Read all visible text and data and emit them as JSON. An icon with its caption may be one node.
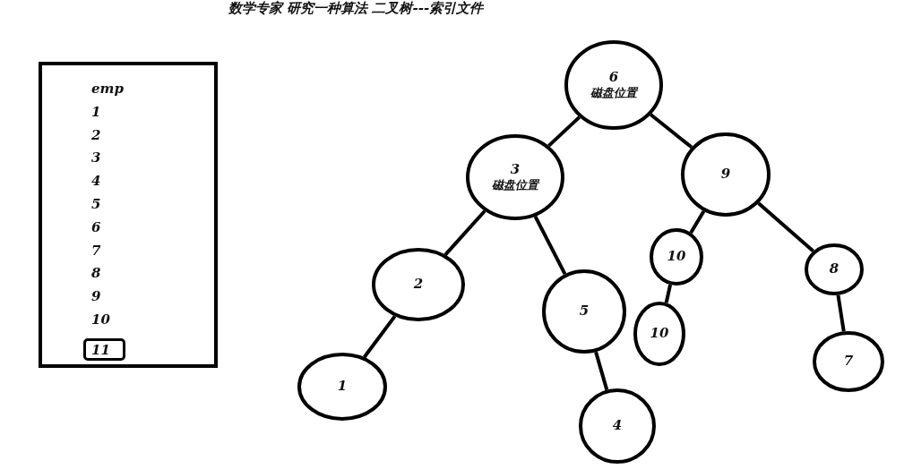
{
  "diagram": {
    "title": "数学专家 研究一种算法 二叉树---索引文件",
    "nodes": [
      {
        "text": [
          "emp",
          "1",
          "2",
          "3",
          "4",
          "5",
          "6",
          "7",
          "8",
          "9",
          "10"
        ]
      },
      {
        "text": [
          "11"
        ],
        "in": 0
      },
      {
        "text": [
          "6",
          "磁盘位置"
        ]
      },
      {
        "text": [
          "3",
          "磁盘位置"
        ]
      },
      {
        "text": [
          "9"
        ]
      },
      {
        "text": [
          "2"
        ]
      },
      {
        "text": [
          "5"
        ]
      },
      {
        "text": [
          "10"
        ]
      },
      {
        "text": [
          "8"
        ]
      },
      {
        "text": [
          "1"
        ]
      },
      {
        "text": [
          "10"
        ]
      },
      {
        "text": [
          "4"
        ]
      },
      {
        "text": [
          "7"
        ]
      }
    ],
    "edges": [
      {
        "from": 2,
        "to": 3,
        "arrow": "none"
      },
      {
        "from": 2,
        "to": 4,
        "arrow": "none"
      },
      {
        "from": 3,
        "to": 5,
        "arrow": "none"
      },
      {
        "from": 3,
        "to": 6,
        "arrow": "none"
      },
      {
        "from": 5,
        "to": 9,
        "arrow": "none"
      },
      {
        "from": 6,
        "to": 11,
        "arrow": "none"
      },
      {
        "from": 4,
        "to": 7,
        "arrow": "none"
      },
      {
        "from": 4,
        "to": 8,
        "arrow": "none"
      },
      {
        "from": 7,
        "to": 10,
        "arrow": "none"
      },
      {
        "from": 8,
        "to": 12,
        "arrow": "none"
      }
    ]
  }
}
